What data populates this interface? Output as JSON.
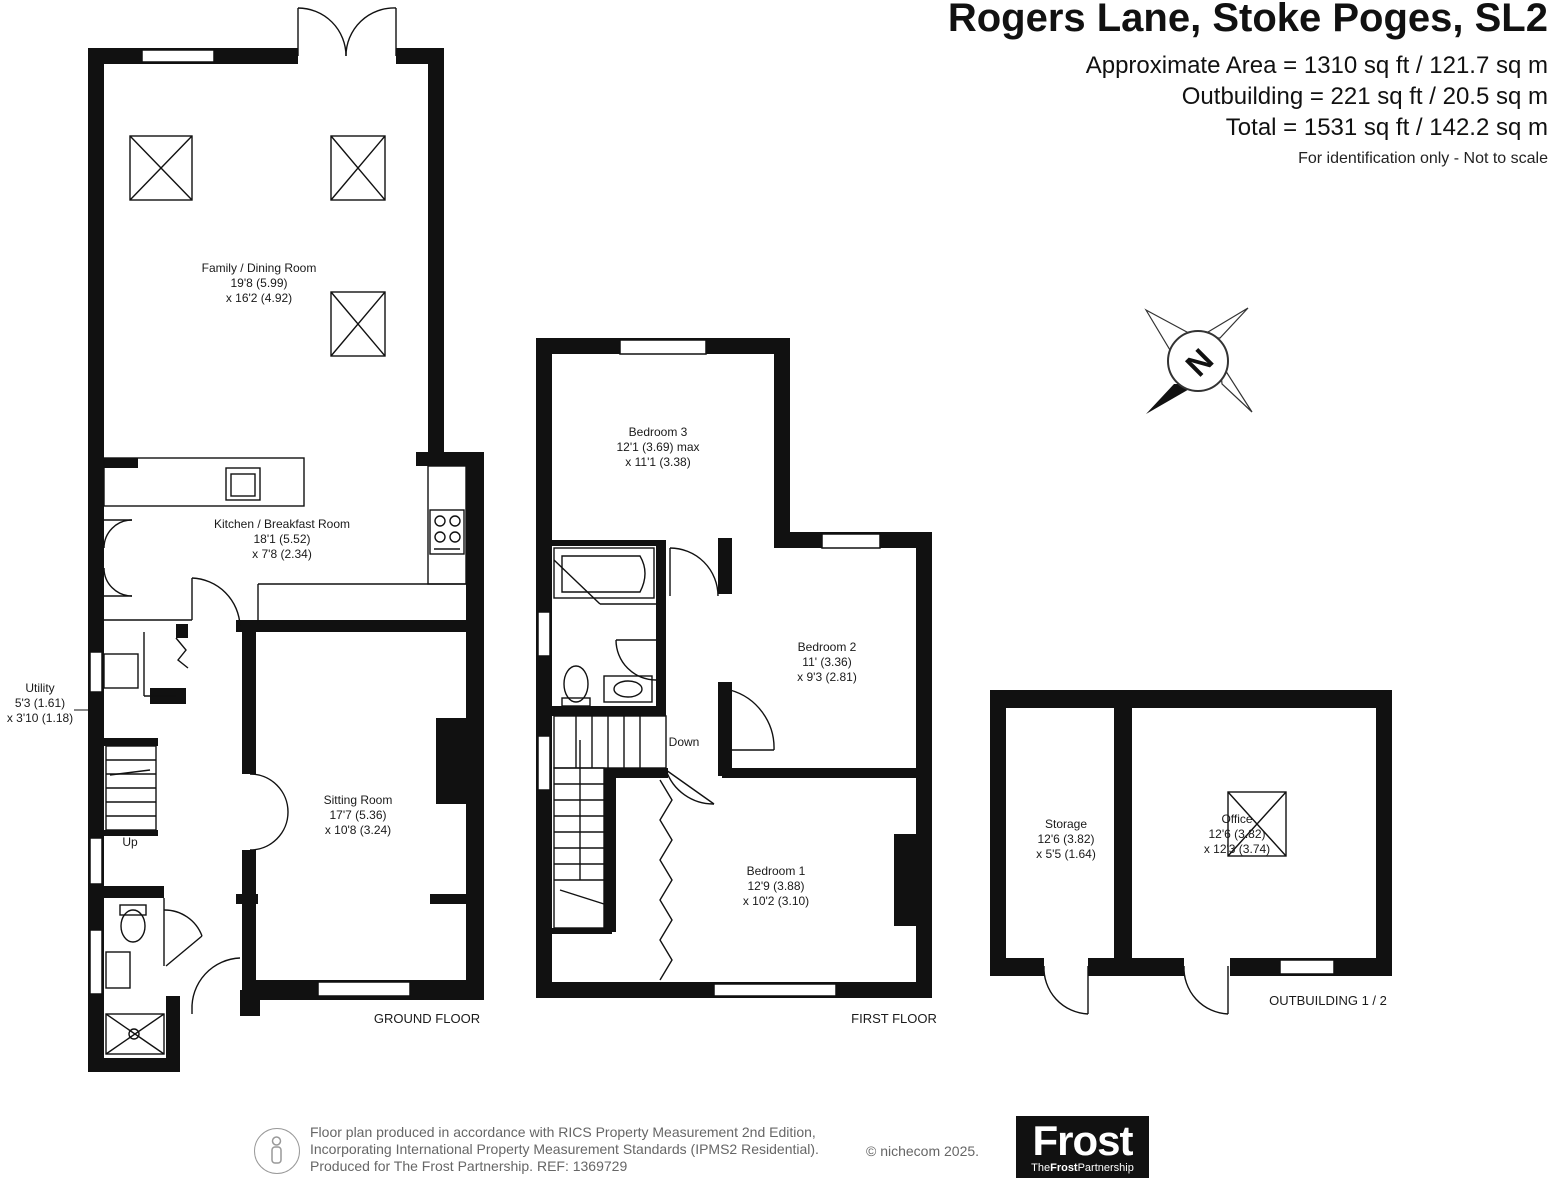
{
  "header": {
    "title": "Rogers Lane, Stoke Poges, SL2",
    "area_line": "Approximate Area = 1310 sq ft / 121.7 sq m",
    "outbuilding_line": "Outbuilding = 221 sq ft / 20.5 sq m",
    "total_line": "Total = 1531 sq ft / 142.2 sq m",
    "disclaimer": "For identification only - Not to scale"
  },
  "floors": {
    "ground": "GROUND FLOOR",
    "first": "FIRST FLOOR",
    "outbuilding": "OUTBUILDING 1 / 2"
  },
  "rooms": {
    "family": {
      "name": "Family / Dining Room",
      "dim1": "19'8 (5.99)",
      "dim2": "x 16'2 (4.92)"
    },
    "kitchen": {
      "name": "Kitchen / Breakfast Room",
      "dim1": "18'1 (5.52)",
      "dim2": "x 7'8 (2.34)"
    },
    "utility": {
      "name": "Utility",
      "dim1": "5'3 (1.61)",
      "dim2": "x 3'10 (1.18)"
    },
    "sitting": {
      "name": "Sitting Room",
      "dim1": "17'7 (5.36)",
      "dim2": "x 10'8 (3.24)"
    },
    "bedroom3": {
      "name": "Bedroom 3",
      "dim1": "12'1 (3.69) max",
      "dim2": "x 11'1 (3.38)"
    },
    "bedroom2": {
      "name": "Bedroom 2",
      "dim1": "11' (3.36)",
      "dim2": "x 9'3 (2.81)"
    },
    "bedroom1": {
      "name": "Bedroom 1",
      "dim1": "12'9 (3.88)",
      "dim2": "x 10'2 (3.10)"
    },
    "storage": {
      "name": "Storage",
      "dim1": "12'6 (3.82)",
      "dim2": "x 5'5 (1.64)"
    },
    "office": {
      "name": "Office",
      "dim1": "12'6 (3.82)",
      "dim2": "x 12'3 (3.74)"
    }
  },
  "stairs": {
    "up": "Up",
    "down": "Down"
  },
  "compass": {
    "letter": "N"
  },
  "footer": {
    "line1": "Floor plan produced in accordance with RICS Property Measurement 2nd Edition,",
    "line2": "Incorporating International Property Measurement Standards (IPMS2 Residential).",
    "line3": "Produced for The Frost Partnership.   REF:  1369729",
    "copyright": "© nichecom 2025.",
    "logo_big": "Frost",
    "logo_small_pre": "The",
    "logo_small_bold": "Frost",
    "logo_small_post": "Partnership"
  },
  "colors": {
    "wall": "#111111",
    "text": "#1a1a1a",
    "footer_text": "#666666"
  }
}
